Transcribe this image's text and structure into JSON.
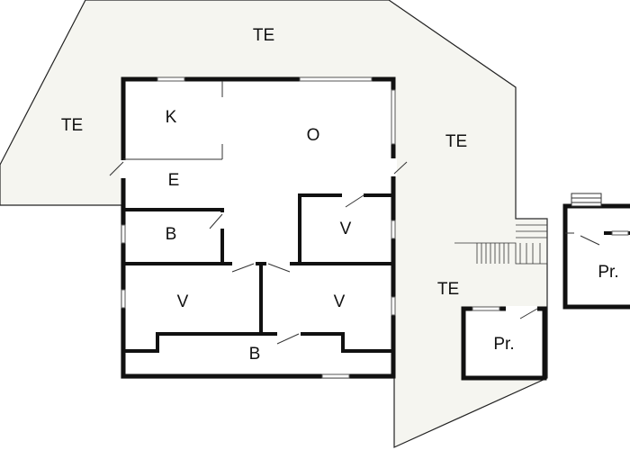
{
  "plan": {
    "labels": {
      "terrace_top": "TE",
      "terrace_left": "TE",
      "terrace_right": "TE",
      "terrace_lower": "TE",
      "kitchen": "K",
      "living": "O",
      "entry": "E",
      "bath_small": "B",
      "bedroom_right": "V",
      "bedroom_left": "V",
      "bedroom_mid": "V",
      "bath_large": "B",
      "storage_small": "Pr.",
      "storage_annex": "Pr."
    },
    "colors": {
      "background": "#ffffff",
      "terrace_fill": "#f5f5f0",
      "room_fill": "#ffffff",
      "wall": "#111111"
    }
  }
}
